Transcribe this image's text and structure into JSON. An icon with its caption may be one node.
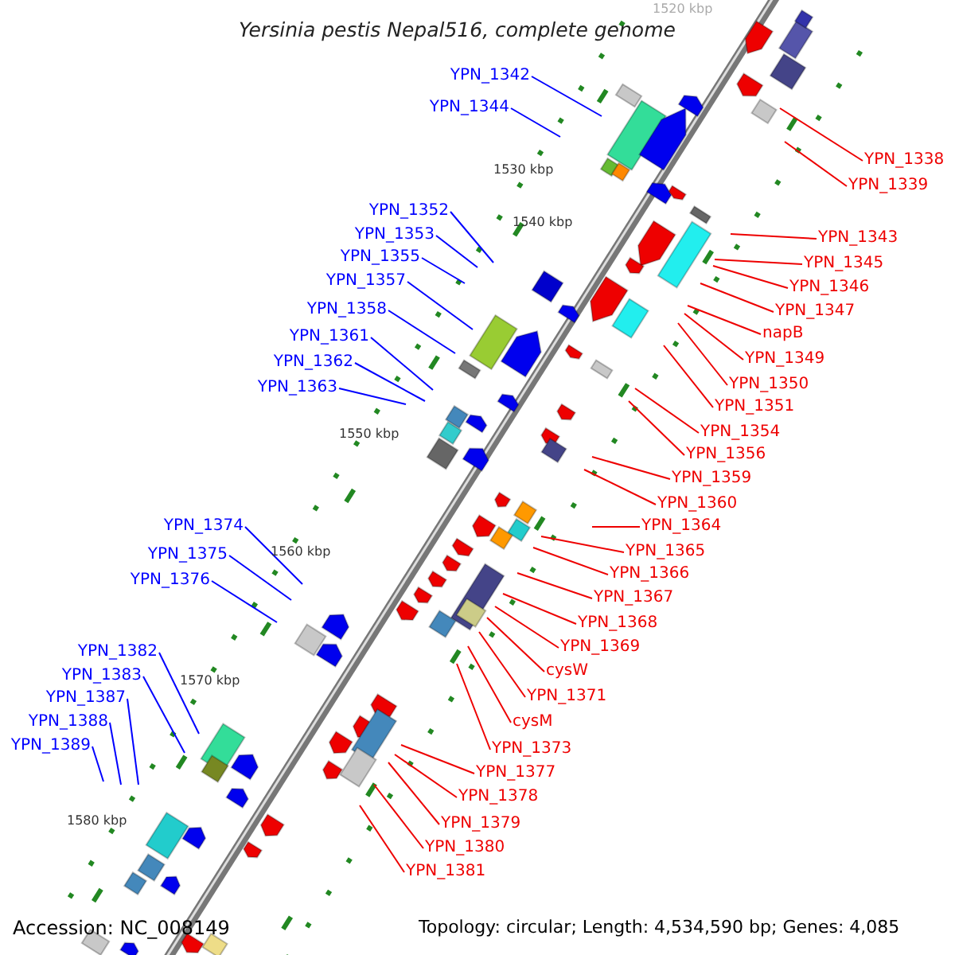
{
  "diagram": {
    "title": "Yersinia pestis Nepal516, complete genome",
    "nodes": [
      {
        "text": [
          "YPN_1342"
        ]
      },
      {
        "text": [
          "YPN_1344"
        ]
      },
      {
        "text": [
          "YPN_1352"
        ]
      },
      {
        "text": [
          "YPN_1353"
        ]
      },
      {
        "text": [
          "YPN_1355"
        ]
      },
      {
        "text": [
          "YPN_1357"
        ]
      },
      {
        "text": [
          "YPN_1358"
        ]
      },
      {
        "text": [
          "YPN_1361"
        ]
      },
      {
        "text": [
          "YPN_1362"
        ]
      },
      {
        "text": [
          "YPN_1363"
        ]
      },
      {
        "text": [
          "YPN_1374"
        ]
      },
      {
        "text": [
          "YPN_1375"
        ]
      },
      {
        "text": [
          "YPN_1376"
        ]
      },
      {
        "text": [
          "YPN_1382"
        ]
      },
      {
        "text": [
          "YPN_1383"
        ]
      },
      {
        "text": [
          "YPN_1387"
        ]
      },
      {
        "text": [
          "YPN_1388"
        ]
      },
      {
        "text": [
          "YPN_1389"
        ]
      },
      {
        "text": [
          "YPN_1338"
        ]
      },
      {
        "text": [
          "YPN_1339"
        ]
      },
      {
        "text": [
          "YPN_1343"
        ]
      },
      {
        "text": [
          "YPN_1345"
        ]
      },
      {
        "text": [
          "YPN_1346"
        ]
      },
      {
        "text": [
          "YPN_1347"
        ]
      },
      {
        "text": [
          "napB"
        ]
      },
      {
        "text": [
          "YPN_1349"
        ]
      },
      {
        "text": [
          "YPN_1350"
        ]
      },
      {
        "text": [
          "YPN_1351"
        ]
      },
      {
        "text": [
          "YPN_1354"
        ]
      },
      {
        "text": [
          "YPN_1356"
        ]
      },
      {
        "text": [
          "YPN_1359"
        ]
      },
      {
        "text": [
          "YPN_1360"
        ]
      },
      {
        "text": [
          "YPN_1364"
        ]
      },
      {
        "text": [
          "YPN_1365"
        ]
      },
      {
        "text": [
          "YPN_1366"
        ]
      },
      {
        "text": [
          "YPN_1367"
        ]
      },
      {
        "text": [
          "YPN_1368"
        ]
      },
      {
        "text": [
          "YPN_1369"
        ]
      },
      {
        "text": [
          "cysW"
        ]
      },
      {
        "text": [
          "YPN_1371"
        ]
      },
      {
        "text": [
          "cysM"
        ]
      },
      {
        "text": [
          "YPN_1373"
        ]
      },
      {
        "text": [
          "YPN_1377"
        ]
      },
      {
        "text": [
          "YPN_1378"
        ]
      },
      {
        "text": [
          "YPN_1379"
        ]
      },
      {
        "text": [
          "YPN_1380"
        ]
      },
      {
        "text": [
          "YPN_1381"
        ]
      }
    ],
    "edges": [
      {
        "from": 0,
        "to": null,
        "arrow": "none",
        "color": "#0000ff"
      },
      {
        "from": 1,
        "to": null,
        "arrow": "none",
        "color": "#0000ff"
      },
      {
        "from": 2,
        "to": null,
        "arrow": "none",
        "color": "#0000ff"
      },
      {
        "from": 3,
        "to": null,
        "arrow": "none",
        "color": "#0000ff"
      },
      {
        "from": 4,
        "to": null,
        "arrow": "none",
        "color": "#0000ff"
      },
      {
        "from": 5,
        "to": null,
        "arrow": "none",
        "color": "#0000ff"
      },
      {
        "from": 6,
        "to": null,
        "arrow": "none",
        "color": "#0000ff"
      },
      {
        "from": 7,
        "to": null,
        "arrow": "none",
        "color": "#0000ff"
      },
      {
        "from": 8,
        "to": null,
        "arrow": "none",
        "color": "#0000ff"
      },
      {
        "from": 9,
        "to": null,
        "arrow": "none",
        "color": "#0000ff"
      },
      {
        "from": 10,
        "to": null,
        "arrow": "none",
        "color": "#0000ff"
      },
      {
        "from": 11,
        "to": null,
        "arrow": "none",
        "color": "#0000ff"
      },
      {
        "from": 12,
        "to": null,
        "arrow": "none",
        "color": "#0000ff"
      },
      {
        "from": 13,
        "to": null,
        "arrow": "none",
        "color": "#0000ff"
      },
      {
        "from": 14,
        "to": null,
        "arrow": "none",
        "color": "#0000ff"
      },
      {
        "from": 15,
        "to": null,
        "arrow": "none",
        "color": "#0000ff"
      },
      {
        "from": 16,
        "to": null,
        "arrow": "none",
        "color": "#0000ff"
      },
      {
        "from": 17,
        "to": null,
        "arrow": "none",
        "color": "#0000ff"
      },
      {
        "from": 18,
        "to": null,
        "arrow": "none"
      },
      {
        "from": 19,
        "to": null,
        "arrow": "none"
      },
      {
        "from": 20,
        "to": null,
        "arrow": "none"
      },
      {
        "from": 21,
        "to": null,
        "arrow": "none"
      },
      {
        "from": 22,
        "to": null,
        "arrow": "none"
      },
      {
        "from": 23,
        "to": null,
        "arrow": "none"
      },
      {
        "from": 24,
        "to": null,
        "arrow": "none"
      },
      {
        "from": 25,
        "to": null,
        "arrow": "none"
      },
      {
        "from": 26,
        "to": null,
        "arrow": "none"
      },
      {
        "from": 27,
        "to": null,
        "arrow": "none"
      },
      {
        "from": 28,
        "to": null,
        "arrow": "none"
      },
      {
        "from": 29,
        "to": null,
        "arrow": "none"
      },
      {
        "from": 30,
        "to": null,
        "arrow": "none"
      },
      {
        "from": 31,
        "to": null,
        "arrow": "none"
      },
      {
        "from": 32,
        "to": null,
        "arrow": "none"
      },
      {
        "from": 33,
        "to": null,
        "arrow": "none"
      },
      {
        "from": 34,
        "to": null,
        "arrow": "none"
      },
      {
        "from": 35,
        "to": null,
        "arrow": "none"
      },
      {
        "from": 36,
        "to": null,
        "arrow": "none"
      },
      {
        "from": 37,
        "to": null,
        "arrow": "none"
      },
      {
        "from": 38,
        "to": null,
        "arrow": "none"
      },
      {
        "from": 39,
        "to": null,
        "arrow": "none"
      },
      {
        "from": 40,
        "to": null,
        "arrow": "none"
      },
      {
        "from": 41,
        "to": null,
        "arrow": "none"
      },
      {
        "from": 42,
        "to": null,
        "arrow": "none"
      },
      {
        "from": 43,
        "to": null,
        "arrow": "none"
      },
      {
        "from": 44,
        "to": null,
        "arrow": "none"
      },
      {
        "from": 45,
        "to": null,
        "arrow": "none"
      },
      {
        "from": 46,
        "to": null,
        "arrow": "none"
      }
    ],
    "labels": [
      "1520 kbp",
      "1530 kbp",
      "1540 kbp",
      "1550 kbp",
      "1560 kbp",
      "1570 kbp",
      "1580 kbp",
      "Accession: NC_008149",
      "Topology: circular; Length: 4,534,590 bp; Genes: 4,085"
    ]
  }
}
